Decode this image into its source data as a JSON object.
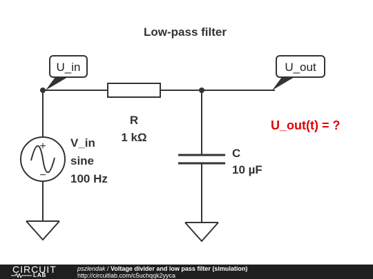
{
  "title": "Low-pass filter",
  "nodes": {
    "input_label": "U_in",
    "output_label": "U_out"
  },
  "resistor": {
    "name": "R",
    "value": "1 kΩ"
  },
  "capacitor": {
    "name": "C",
    "value": "10 µF"
  },
  "source": {
    "name": "V_in",
    "waveform": "sine",
    "frequency": "100 Hz",
    "plus_sign": "+",
    "minus_sign": "−"
  },
  "question": "U_out(t) = ?",
  "colors": {
    "wire": "#333333",
    "question": "#e00000",
    "footer_bg": "#1f1f1f"
  },
  "footer": {
    "logo_top": "CIRCUIT",
    "logo_bottom": "LAB",
    "author": "pszlendak",
    "separator": " / ",
    "project": "Voltage divider and low pass filter (simulation)",
    "url": "http://circuitlab.com/c5uchqqk2yyca"
  }
}
